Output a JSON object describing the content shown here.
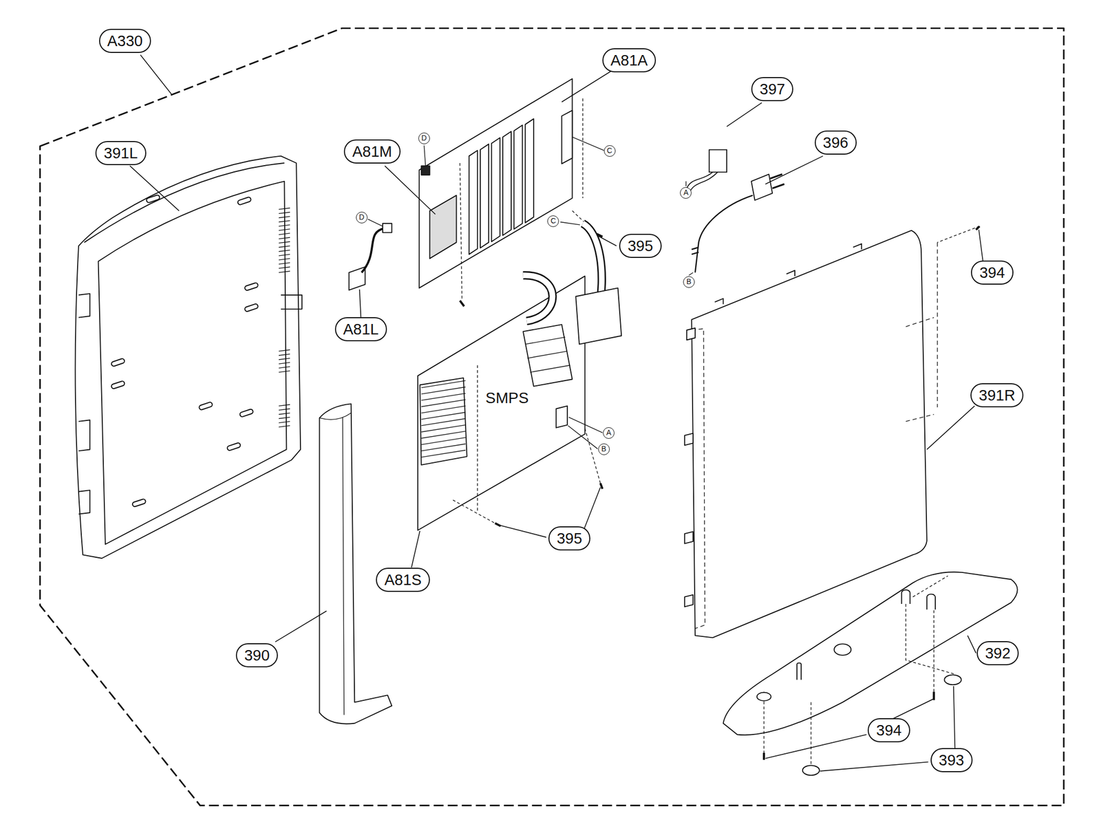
{
  "diagram": {
    "nodes": [
      {
        "text": [
          "A330"
        ]
      },
      {
        "text": [
          "391L"
        ]
      },
      {
        "text": [
          "A81A"
        ]
      },
      {
        "text": [
          "397"
        ]
      },
      {
        "text": [
          "D"
        ]
      },
      {
        "text": [
          "A81M"
        ]
      },
      {
        "text": [
          "C"
        ]
      },
      {
        "text": [
          "396"
        ]
      },
      {
        "text": [
          "D"
        ]
      },
      {
        "text": [
          "C"
        ]
      },
      {
        "text": [
          "395"
        ]
      },
      {
        "text": [
          "A"
        ]
      },
      {
        "text": [
          "394"
        ]
      },
      {
        "text": [
          "A81L"
        ]
      },
      {
        "text": [
          "B"
        ]
      },
      {
        "text": [
          "391R"
        ]
      },
      {
        "text": [
          "A"
        ]
      },
      {
        "text": [
          "B"
        ]
      },
      {
        "text": [
          "395"
        ]
      },
      {
        "text": [
          "A81S"
        ]
      },
      {
        "text": [
          "390"
        ]
      },
      {
        "text": [
          "392"
        ]
      },
      {
        "text": [
          "394"
        ]
      },
      {
        "text": [
          "393"
        ]
      }
    ],
    "labels": [
      "SMPS"
    ]
  }
}
